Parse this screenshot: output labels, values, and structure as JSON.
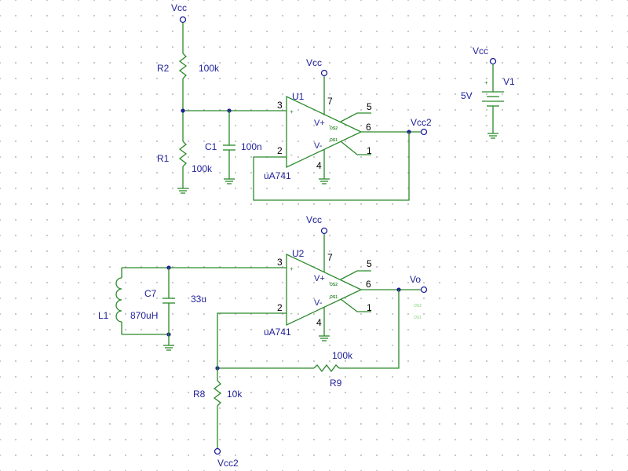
{
  "net_labels": {
    "vcc_r2": "Vcc",
    "vcc_u1": "Vcc",
    "vcc_v1": "Vcc",
    "vcc_u2": "Vcc",
    "vcc2_out": "Vcc2",
    "vo_out": "Vo",
    "vcc2_bottom": "Vcc2"
  },
  "components": {
    "r2": {
      "ref": "R2",
      "value": "100k"
    },
    "r1": {
      "ref": "R1",
      "value": "100k"
    },
    "c1": {
      "ref": "C1",
      "value": "100n"
    },
    "u1": {
      "ref": "U1",
      "part": "uA741"
    },
    "u2": {
      "ref": "U2",
      "part": "uA741"
    },
    "v1": {
      "ref": "V1",
      "value": "5V"
    },
    "l1": {
      "ref": "L1",
      "value": "870uH"
    },
    "c7": {
      "ref": "C7",
      "value": "33u"
    },
    "r8": {
      "ref": "R8",
      "value": "10k"
    },
    "r9": {
      "ref": "R9",
      "value": "100k"
    }
  },
  "opamp_labels": {
    "vplus": "V+",
    "vminus": "V-",
    "os2": "OS2",
    "os1": "OS1"
  },
  "pins": {
    "in_plus": "3",
    "in_minus": "2",
    "vpos": "7",
    "vneg": "4",
    "os2": "5",
    "out": "6",
    "os1": "1"
  },
  "symbols": {
    "plus": "+",
    "minus": "-"
  },
  "ghost_labels": {
    "upper": "OS2",
    "lower": "OS1"
  },
  "colors": {
    "wire": "#2a8a2a",
    "label": "#1f1f9a",
    "pin_number": "#000000",
    "grid_dot": "#b8b8b8"
  }
}
